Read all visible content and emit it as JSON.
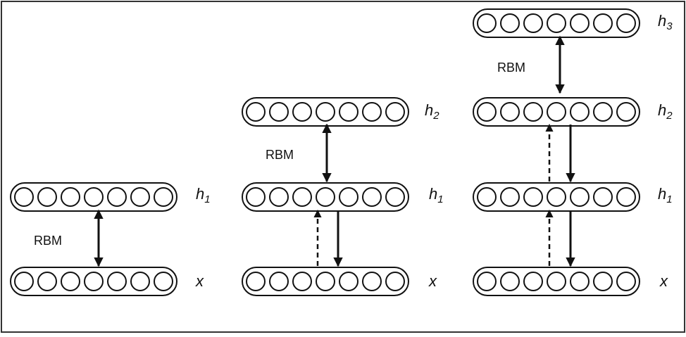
{
  "diagram": {
    "border_color": "#333333",
    "line_color": "#111111",
    "columns": [
      {
        "layers": [
          {
            "label": "x",
            "sub": ""
          },
          {
            "label": "h",
            "sub": "1"
          }
        ],
        "rbm_label": "RBM"
      },
      {
        "layers": [
          {
            "label": "x",
            "sub": ""
          },
          {
            "label": "h",
            "sub": "1"
          },
          {
            "label": "h",
            "sub": "2"
          }
        ],
        "rbm_label": "RBM"
      },
      {
        "layers": [
          {
            "label": "x",
            "sub": ""
          },
          {
            "label": "h",
            "sub": "1"
          },
          {
            "label": "h",
            "sub": "2"
          },
          {
            "label": "h",
            "sub": "3"
          }
        ],
        "rbm_label": "RBM"
      }
    ]
  }
}
